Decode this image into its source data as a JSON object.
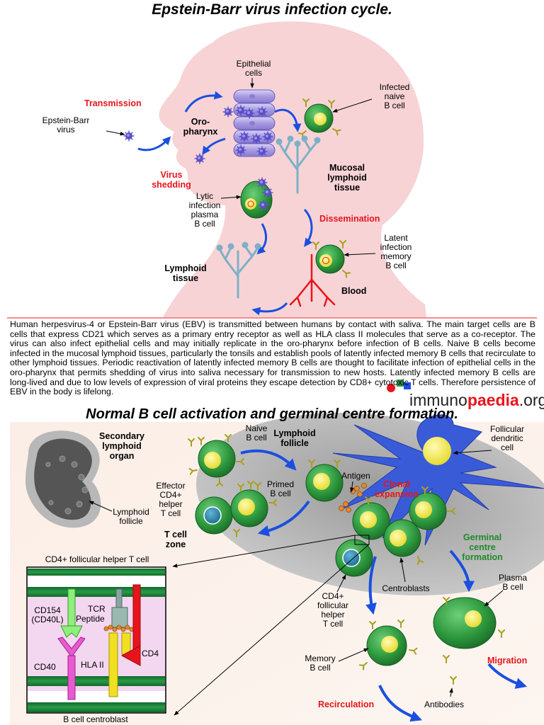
{
  "top": {
    "title": "Epstein-Barr virus infection cycle.",
    "labels": {
      "transmission": "Transmission",
      "ebv_line1": "Epstein-Barr",
      "ebv_line2": "virus",
      "epithelial_line1": "Epithelial",
      "epithelial_line2": "cells",
      "oro_line1": "Oro-",
      "oro_line2": "pharynx",
      "infected_line1": "Infected",
      "infected_line2": "naive",
      "infected_line3": "B cell",
      "mucosal_line1": "Mucosal",
      "mucosal_line2": "lymphoid",
      "mucosal_line3": "tissue",
      "shedding_line1": "Virus",
      "shedding_line2": "shedding",
      "lytic_line1": "Lytic",
      "lytic_line2": "infection",
      "lytic_line3": "plasma",
      "lytic_line4": "B cell",
      "dissemination": "Dissemination",
      "latent_line1": "Latent",
      "latent_line2": "infection",
      "latent_line3": "memory",
      "latent_line4": "B cell",
      "lymphoid_line1": "Lymphoid",
      "lymphoid_line2": "tissue",
      "blood": "Blood"
    }
  },
  "caption": "Human herpesvirus-4 or Epstein-Barr virus (EBV) is transmitted between humans by contact with saliva. The main target cells are B cells that express CD21 which serves as a primary entry receptor as well as HLA class II molecules that serve as a co-receptor. The virus can also infect epithelial cells and may initially replicate in the oro-pharynx before infection of B cells. Naive B cells become infected in the mucosal lymphoid tissues, particularly the tonsils and establish pools of latently infected memory B cells that recirculate to other lymphoid tissues. Periodic reactivation of latently infected memory B cells are thought to facilitate infection of epithelial cells in the oro-pharynx that permits shedding of virus into saliva necessary for transmission to new hosts. Latently infected memory B cells are long-lived and due to low levels of expression of viral proteins they escape detection by CD8+ cytotoxic T cells. Therefore persistence of EBV in the body is lifelong.",
  "brand": {
    "part1": "immuno",
    "part2": "paedia",
    "part3": ".org"
  },
  "bottom": {
    "title": "Normal B cell activation and germinal centre formation.",
    "labels": {
      "slo_line1": "Secondary",
      "slo_line2": "lymphoid",
      "slo_line3": "organ",
      "lf_small_line1": "Lymphoid",
      "lf_small_line2": "follicle",
      "naive_line1": "Naive",
      "naive_line2": "B cell",
      "lf_line1": "Lymphoid",
      "lf_line2": "follicle",
      "fdc_line1": "Follicular",
      "fdc_line2": "dendritic",
      "fdc_line3": "cell",
      "effector_line1": "Effector",
      "effector_line2": "CD4+",
      "effector_line3": "helper",
      "effector_line4": "T cell",
      "primed_line1": "Primed",
      "primed_line2": "B cell",
      "antigen": "Antigen",
      "clonal_line1": "Clonal",
      "clonal_line2": "expansion",
      "tzone_line1": "T cell",
      "tzone_line2": "zone",
      "gc_line1": "Germinal",
      "gc_line2": "centre",
      "gc_line3": "formation",
      "tfh_header": "CD4+ follicular helper T cell",
      "cd154_line1": "CD154",
      "cd154_line2": "(CD40L)",
      "tcr": "TCR",
      "peptide": "Peptide",
      "cd4": "CD4",
      "cd40": "CD40",
      "hla": "HLA II",
      "bcc": "B cell centroblast",
      "tfh_line1": "CD4+",
      "tfh_line2": "follicular",
      "tfh_line3": "helper",
      "tfh_line4": "T cell",
      "centroblasts": "Centroblasts",
      "plasma_line1": "Plasma",
      "plasma_line2": "B cell",
      "memory_line1": "Memory",
      "memory_line2": "B cell",
      "migration": "Migration",
      "recirculation": "Recirculation",
      "antibodies": "Antibodies"
    }
  },
  "colors": {
    "red_label": "#e8141c",
    "green_label": "#1f8a2a",
    "arrow_blue": "#1a4fe0",
    "cell_green": "#2e9a3e",
    "nucleus_yellow": "#f5ec4a",
    "tcell_nucleus": "#2a7fa8",
    "virus_purple": "#5a4fc8",
    "fdc_blue": "#3a5bd8",
    "head_pink": "#f7d3d6"
  }
}
